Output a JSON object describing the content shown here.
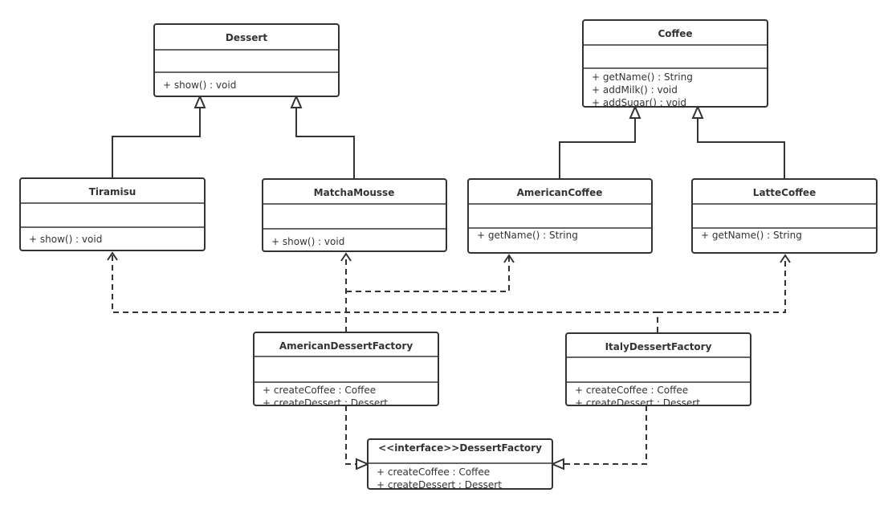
{
  "classes": {
    "dessert": {
      "name": "Dessert",
      "methods": [
        "+ show() : void"
      ]
    },
    "coffee": {
      "name": "Coffee",
      "methods": [
        "+ getName() : String",
        "+ addMilk() : void",
        "+ addSugar() : void"
      ]
    },
    "tiramisu": {
      "name": "Tiramisu",
      "methods": [
        "+ show() : void"
      ]
    },
    "matcha": {
      "name": "MatchaMousse",
      "methods": [
        "+ show() : void"
      ]
    },
    "american_coffee": {
      "name": "AmericanCoffee",
      "methods": [
        "+ getName() : String"
      ]
    },
    "latte": {
      "name": "LatteCoffee",
      "methods": [
        "+ getName() : String"
      ]
    },
    "american_factory": {
      "name": "AmericanDessertFactory",
      "methods": [
        "+ createCoffee : Coffee",
        "+ createDessert : Dessert"
      ]
    },
    "italy_factory": {
      "name": "ItalyDessertFactory",
      "methods": [
        "+ createCoffee : Coffee",
        "+ createDessert : Dessert"
      ]
    },
    "dessert_factory": {
      "name": "<<interface>>DessertFactory",
      "methods": [
        "+ createCoffee : Coffee",
        "+ createDessert : Dessert"
      ]
    }
  }
}
